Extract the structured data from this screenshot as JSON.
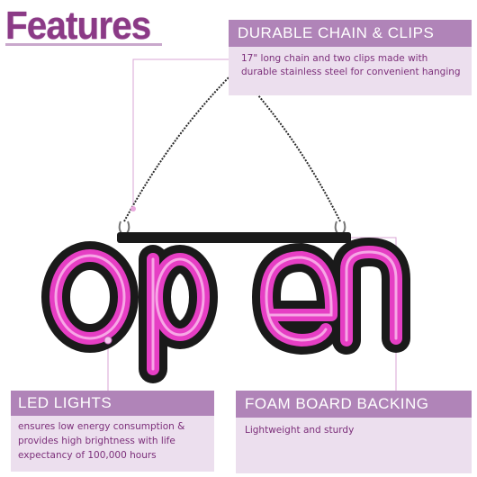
{
  "page": {
    "title": "Features"
  },
  "callouts": {
    "chain": {
      "heading": "DURABLE CHAIN & CLIPS",
      "text": "17\" long chain and two clips made with durable stainless steel for convenient hanging"
    },
    "led": {
      "heading": "LED LIGHTS",
      "text": "ensures low energy consumption & provides high brightness with life expectancy of 100,000 hours"
    },
    "foam": {
      "heading": "FOAM BOARD BACKING",
      "text": "Lightweight and sturdy"
    }
  },
  "sign": {
    "word": "open",
    "neon_color": "#e63ec4",
    "backing_color": "#1a1a1a"
  },
  "colors": {
    "title": "#8b3a86",
    "callout_header": "#b084b8",
    "callout_body": "#ecdfee",
    "callout_text": "#7c2f7a"
  }
}
